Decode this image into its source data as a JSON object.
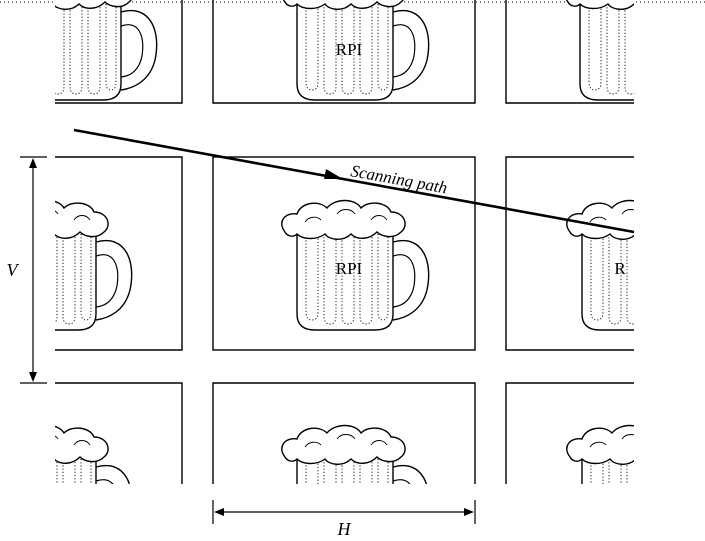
{
  "labels": {
    "mug_text": "RPI",
    "mug_text_partial": "R",
    "scanning_path": "Scanning path",
    "vertical_dimension": "V",
    "horizontal_dimension": "H"
  },
  "colors": {
    "stroke": "#000000",
    "foam_fill": "#ffffff",
    "background": "#ffffff"
  }
}
